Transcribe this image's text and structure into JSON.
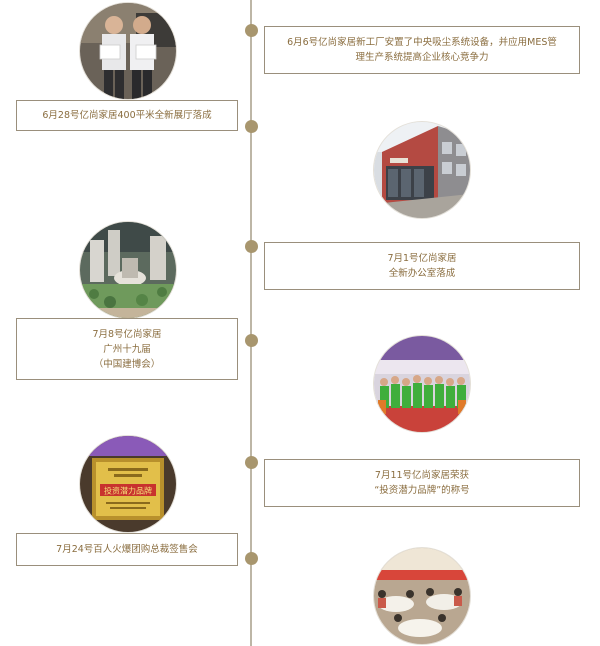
{
  "events": [
    {
      "lines": [
        "6月6号亿尚家居新工厂安置了中央吸尘系统设备，并应用MES管",
        "理生产系统提高企业核心竞争力"
      ]
    },
    {
      "lines": [
        "6月28号亿尚家居400平米全新展厅落成"
      ]
    },
    {
      "lines": [
        "7月1号亿尚家居",
        "全新办公室落成"
      ]
    },
    {
      "lines": [
        "7月8号亿尚家居",
        "广州十九届",
        "（中国建博会）"
      ]
    },
    {
      "lines": [
        "7月11号亿尚家居荣获",
        "“投资潜力品牌”的称号"
      ]
    },
    {
      "lines": [
        "7月24号百人火爆团购总裁签售会"
      ]
    }
  ],
  "photos": [
    {
      "icon": "award-handshake-photo-icon"
    },
    {
      "icon": "office-building-photo-icon"
    },
    {
      "icon": "exhibition-model-photo-icon"
    },
    {
      "icon": "team-group-photo-icon"
    },
    {
      "icon": "certificate-plaque-photo-icon",
      "plaque_text": "投资潜力品牌"
    },
    {
      "icon": "banquet-hall-photo-icon"
    }
  ],
  "colors": {
    "text": "#8a6d3f",
    "border": "#9a8f7c",
    "dot": "#a8966e",
    "axis": "#bdb6a6"
  }
}
